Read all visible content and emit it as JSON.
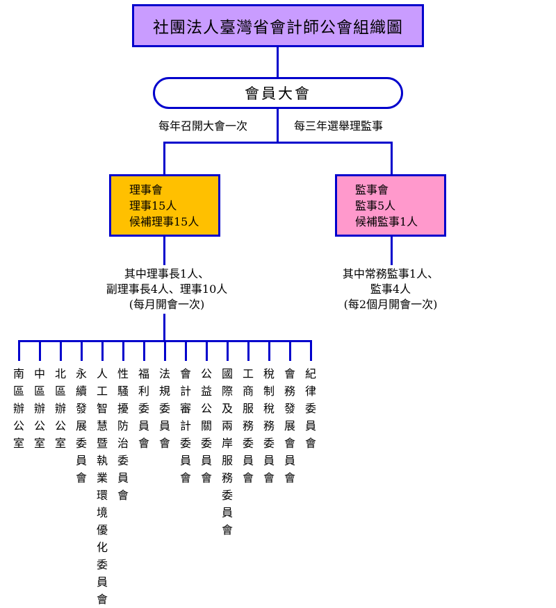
{
  "title": "社團法人臺灣省會計師公會組織圖",
  "assembly": "會員大會",
  "assembly_notes": {
    "left": "每年召開大會一次",
    "right": "每三年選舉理監事"
  },
  "board": {
    "lines": [
      "理事會",
      "理事15人",
      "候補理事15人"
    ],
    "note": [
      "其中理事長1人、",
      "副理事長4人、理事10人",
      "(每月開會一次)"
    ]
  },
  "supervisors": {
    "lines": [
      "監事會",
      "監事5人",
      "候補監事1人"
    ],
    "note": [
      "其中常務監事1人、",
      "監事4人",
      "(每2個月開會一次)"
    ]
  },
  "committees": [
    "南區辦公室",
    "中區辦公室",
    "北區辦公室",
    "永續發展委員會",
    "人工智慧暨執業環境優化委員會",
    "性騷擾防治委員會",
    "福利委員會",
    "法規委員會",
    "會計審計委員會",
    "公益公關委員會",
    "國際及兩岸服務委員會",
    "工商服務委員會",
    "稅制稅務委員會",
    "會務發展會員會",
    "紀律委員會"
  ]
}
